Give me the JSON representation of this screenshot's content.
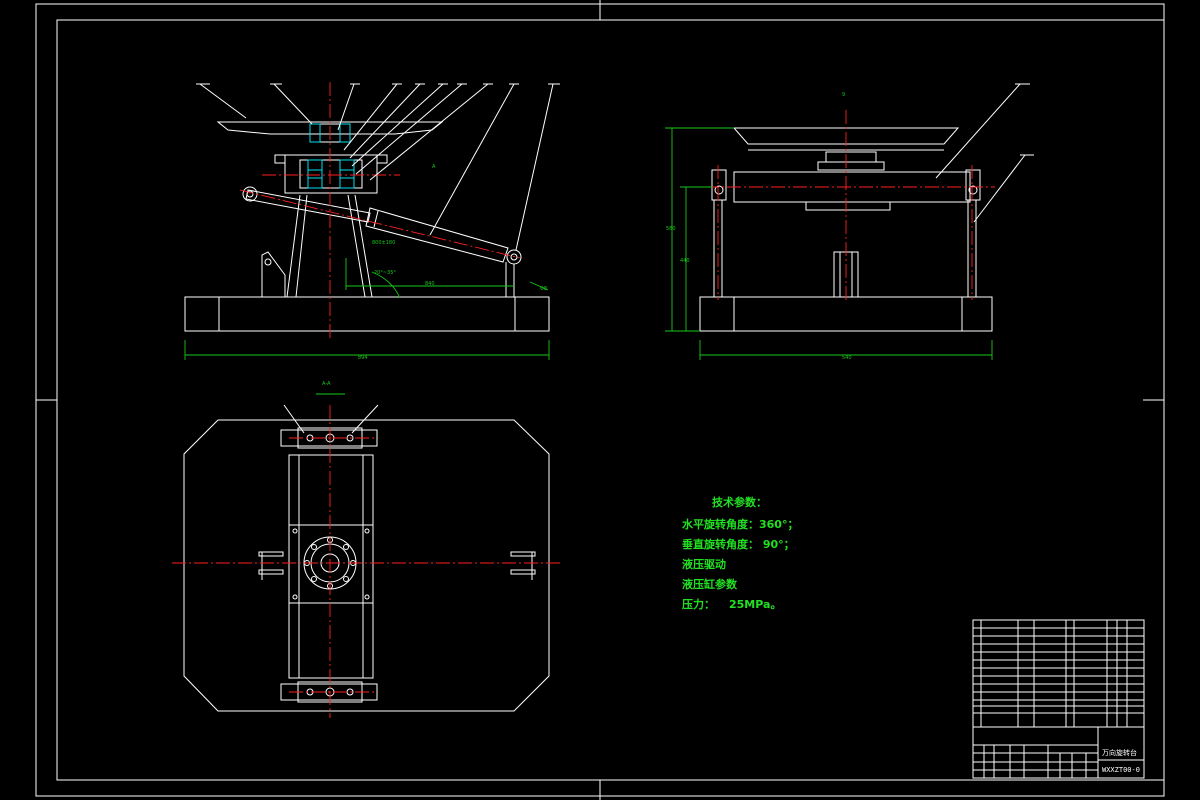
{
  "technical_params": {
    "heading": "技术参数：",
    "line1": "水平旋转角度：360°；",
    "line2": "垂直旋转角度： 90°；",
    "line3": "液压驱动",
    "line4": "液压缸参数",
    "line5_label": "压力：",
    "line5_value": "25MPa。"
  },
  "title_block": {
    "drawing_name": "万向旋转台",
    "drawing_number": "WXXZT00-0"
  },
  "colors": {
    "background": "#000000",
    "outline": "#ffffff",
    "centerline": "#ff2020",
    "dimension": "#18c818",
    "highlight": "#00e0f0"
  }
}
